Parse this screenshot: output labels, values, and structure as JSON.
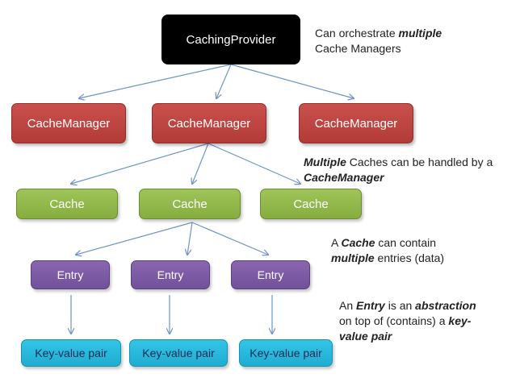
{
  "provider": {
    "label": "CachingProvider"
  },
  "managers": [
    {
      "label": "CacheManager"
    },
    {
      "label": "CacheManager"
    },
    {
      "label": "CacheManager"
    }
  ],
  "caches": [
    {
      "label": "Cache"
    },
    {
      "label": "Cache"
    },
    {
      "label": "Cache"
    }
  ],
  "entries": [
    {
      "label": "Entry"
    },
    {
      "label": "Entry"
    },
    {
      "label": "Entry"
    }
  ],
  "pairs": [
    {
      "label": "Key-value pair"
    },
    {
      "label": "Key-value pair"
    },
    {
      "label": "Key-value pair"
    }
  ],
  "notes": {
    "provider": {
      "pre": "Can orchestrate ",
      "em": "multiple",
      "post": "Cache Managers"
    },
    "managers": {
      "em1": "Multiple",
      "mid": " Caches can be handled by a",
      "em2": "CacheManager"
    },
    "cache": {
      "pre": "A ",
      "em1": "Cache",
      "mid": " can contain",
      "em2": "multiple",
      "post": " entries (data)"
    },
    "entry": {
      "pre": "An ",
      "em1": "Entry",
      "mid": " is an ",
      "em2": "abstraction",
      "line2": "on top of (contains) a ",
      "em3a": "key-",
      "em3b": "value pair"
    }
  },
  "colors": {
    "provider": "#000000",
    "manager": "#c0504d",
    "cache": "#9bbb59",
    "entry": "#8064a2",
    "kv": "#2ab7dc",
    "arrow": "#6f93c6"
  }
}
